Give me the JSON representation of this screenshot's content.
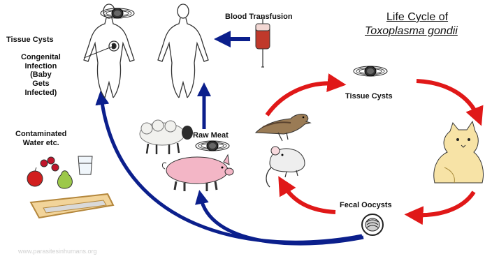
{
  "title": "Life Cycle of",
  "subtitle": "Toxoplasma gondii",
  "labels": {
    "tissue_cysts_human": "Tissue Cysts",
    "congenital": [
      "Congenital",
      "Infection",
      "(Baby",
      "Gets",
      "Infected)"
    ],
    "blood_transfusion": "Blood Transfusion",
    "tissue_cysts_cycle": "Tissue Cysts",
    "raw_meat": "Raw Meat",
    "contaminated": [
      "Contaminated",
      "Water etc."
    ],
    "fecal_oocysts": "Fecal Oocysts"
  },
  "watermark": "www.parasitesinhumans.org",
  "colors": {
    "cycle_arrow": "#e01818",
    "transmission_arrow": "#0b1f8c",
    "blood": "#c0392b",
    "pig": "#f3b6c6"
  },
  "icons": [
    "human-figure-icon",
    "blood-bag-icon",
    "bird-icon",
    "mouse-icon",
    "cat-icon",
    "sheep-icon",
    "pig-icon",
    "fruit-icon",
    "glass-icon",
    "tray-icon",
    "tissue-cyst-icon",
    "oocyst-icon"
  ]
}
